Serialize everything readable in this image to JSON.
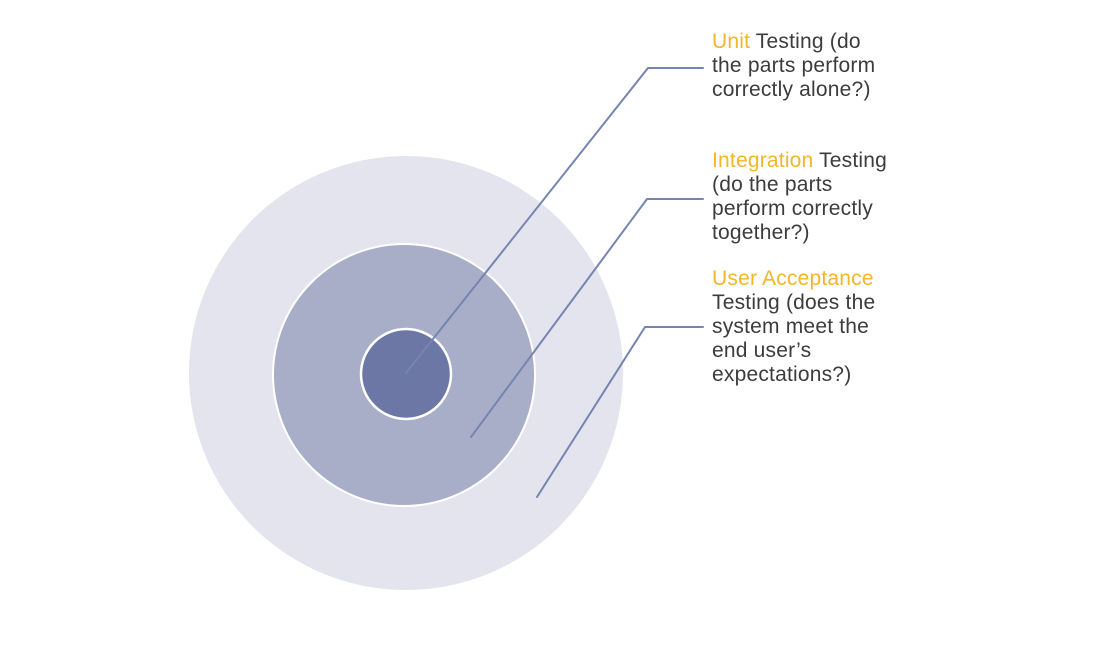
{
  "diagram": {
    "name": "software-testing-levels-concentric-diagram",
    "labels": [
      {
        "highlight": "Unit",
        "rest": " Testing (do\nthe parts perform\ncorrectly alone?)"
      },
      {
        "highlight": "Integration",
        "rest": " Testing\n(do the parts\nperform correctly\ntogether?)"
      },
      {
        "highlight": "User Acceptance",
        "rest": "\nTesting (does the\nsystem meet the\nend user’s\nexpectations?)"
      }
    ],
    "rings": [
      {
        "name": "user-acceptance-testing-ring",
        "color": "#e3e4ee"
      },
      {
        "name": "integration-testing-ring",
        "color": "#a9aec8"
      },
      {
        "name": "unit-testing-ring",
        "color": "#6c77a6"
      }
    ],
    "colors": {
      "highlight_text": "#f2b629",
      "body_text": "#3c3c3c",
      "leader_line": "#7584b0",
      "ring_stroke": "#ffffff",
      "background": "#ffffff"
    }
  }
}
